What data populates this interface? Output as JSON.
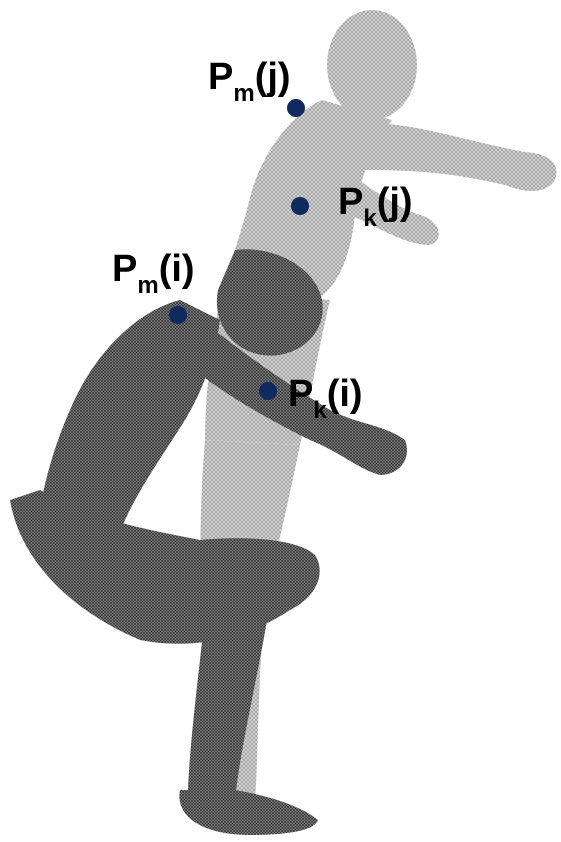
{
  "labels": {
    "pm_j": {
      "main": "P",
      "sub": "m",
      "arg": "(j)"
    },
    "pk_j": {
      "main": "P",
      "sub": "k",
      "arg": "(j)"
    },
    "pm_i": {
      "main": "P",
      "sub": "m",
      "arg": "(i)"
    },
    "pk_i": {
      "main": "P",
      "sub": "k",
      "arg": "(i)"
    }
  },
  "colors": {
    "point": "#0f2a5f",
    "back_figure": "#c9c9c9",
    "front_figure": "#6b6b6b"
  }
}
